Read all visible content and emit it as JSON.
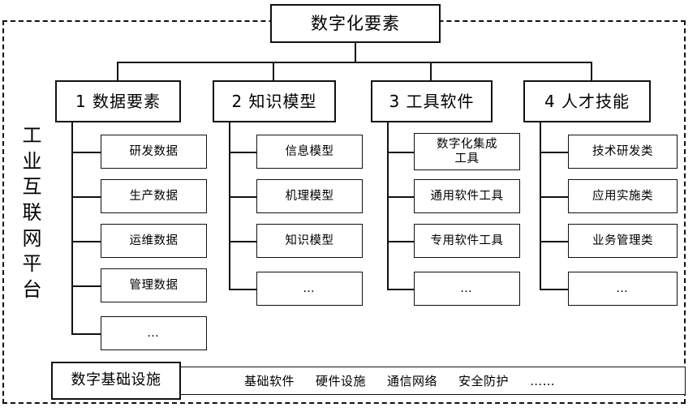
{
  "diagram": {
    "title": "数字化要素",
    "platform_label": "工业互联网平台",
    "platform_chars": [
      "工",
      "业",
      "互",
      "联",
      "网",
      "平",
      "台"
    ],
    "branches": [
      {
        "label": "1 数据要素",
        "children": [
          "研发数据",
          "生产数据",
          "运维数据",
          "管理数据",
          "…"
        ]
      },
      {
        "label": "2 知识模型",
        "children": [
          "信息模型",
          "机理模型",
          "知识模型",
          "…"
        ]
      },
      {
        "label": "3 工具软件",
        "children": [
          "数字化集成\n工具",
          "通用软件工具",
          "专用软件工具",
          "…"
        ]
      },
      {
        "label": "4 人才技能",
        "children": [
          "技术研发类",
          "应用实施类",
          "业务管理类",
          "…"
        ]
      }
    ],
    "infrastructure": {
      "label": "数字基础设施",
      "items": [
        "基础软件",
        "硬件设施",
        "通信网络",
        "安全防护",
        "……"
      ]
    },
    "colors": {
      "stroke": "#111111",
      "background": "#ffffff",
      "text": "#000000"
    }
  }
}
